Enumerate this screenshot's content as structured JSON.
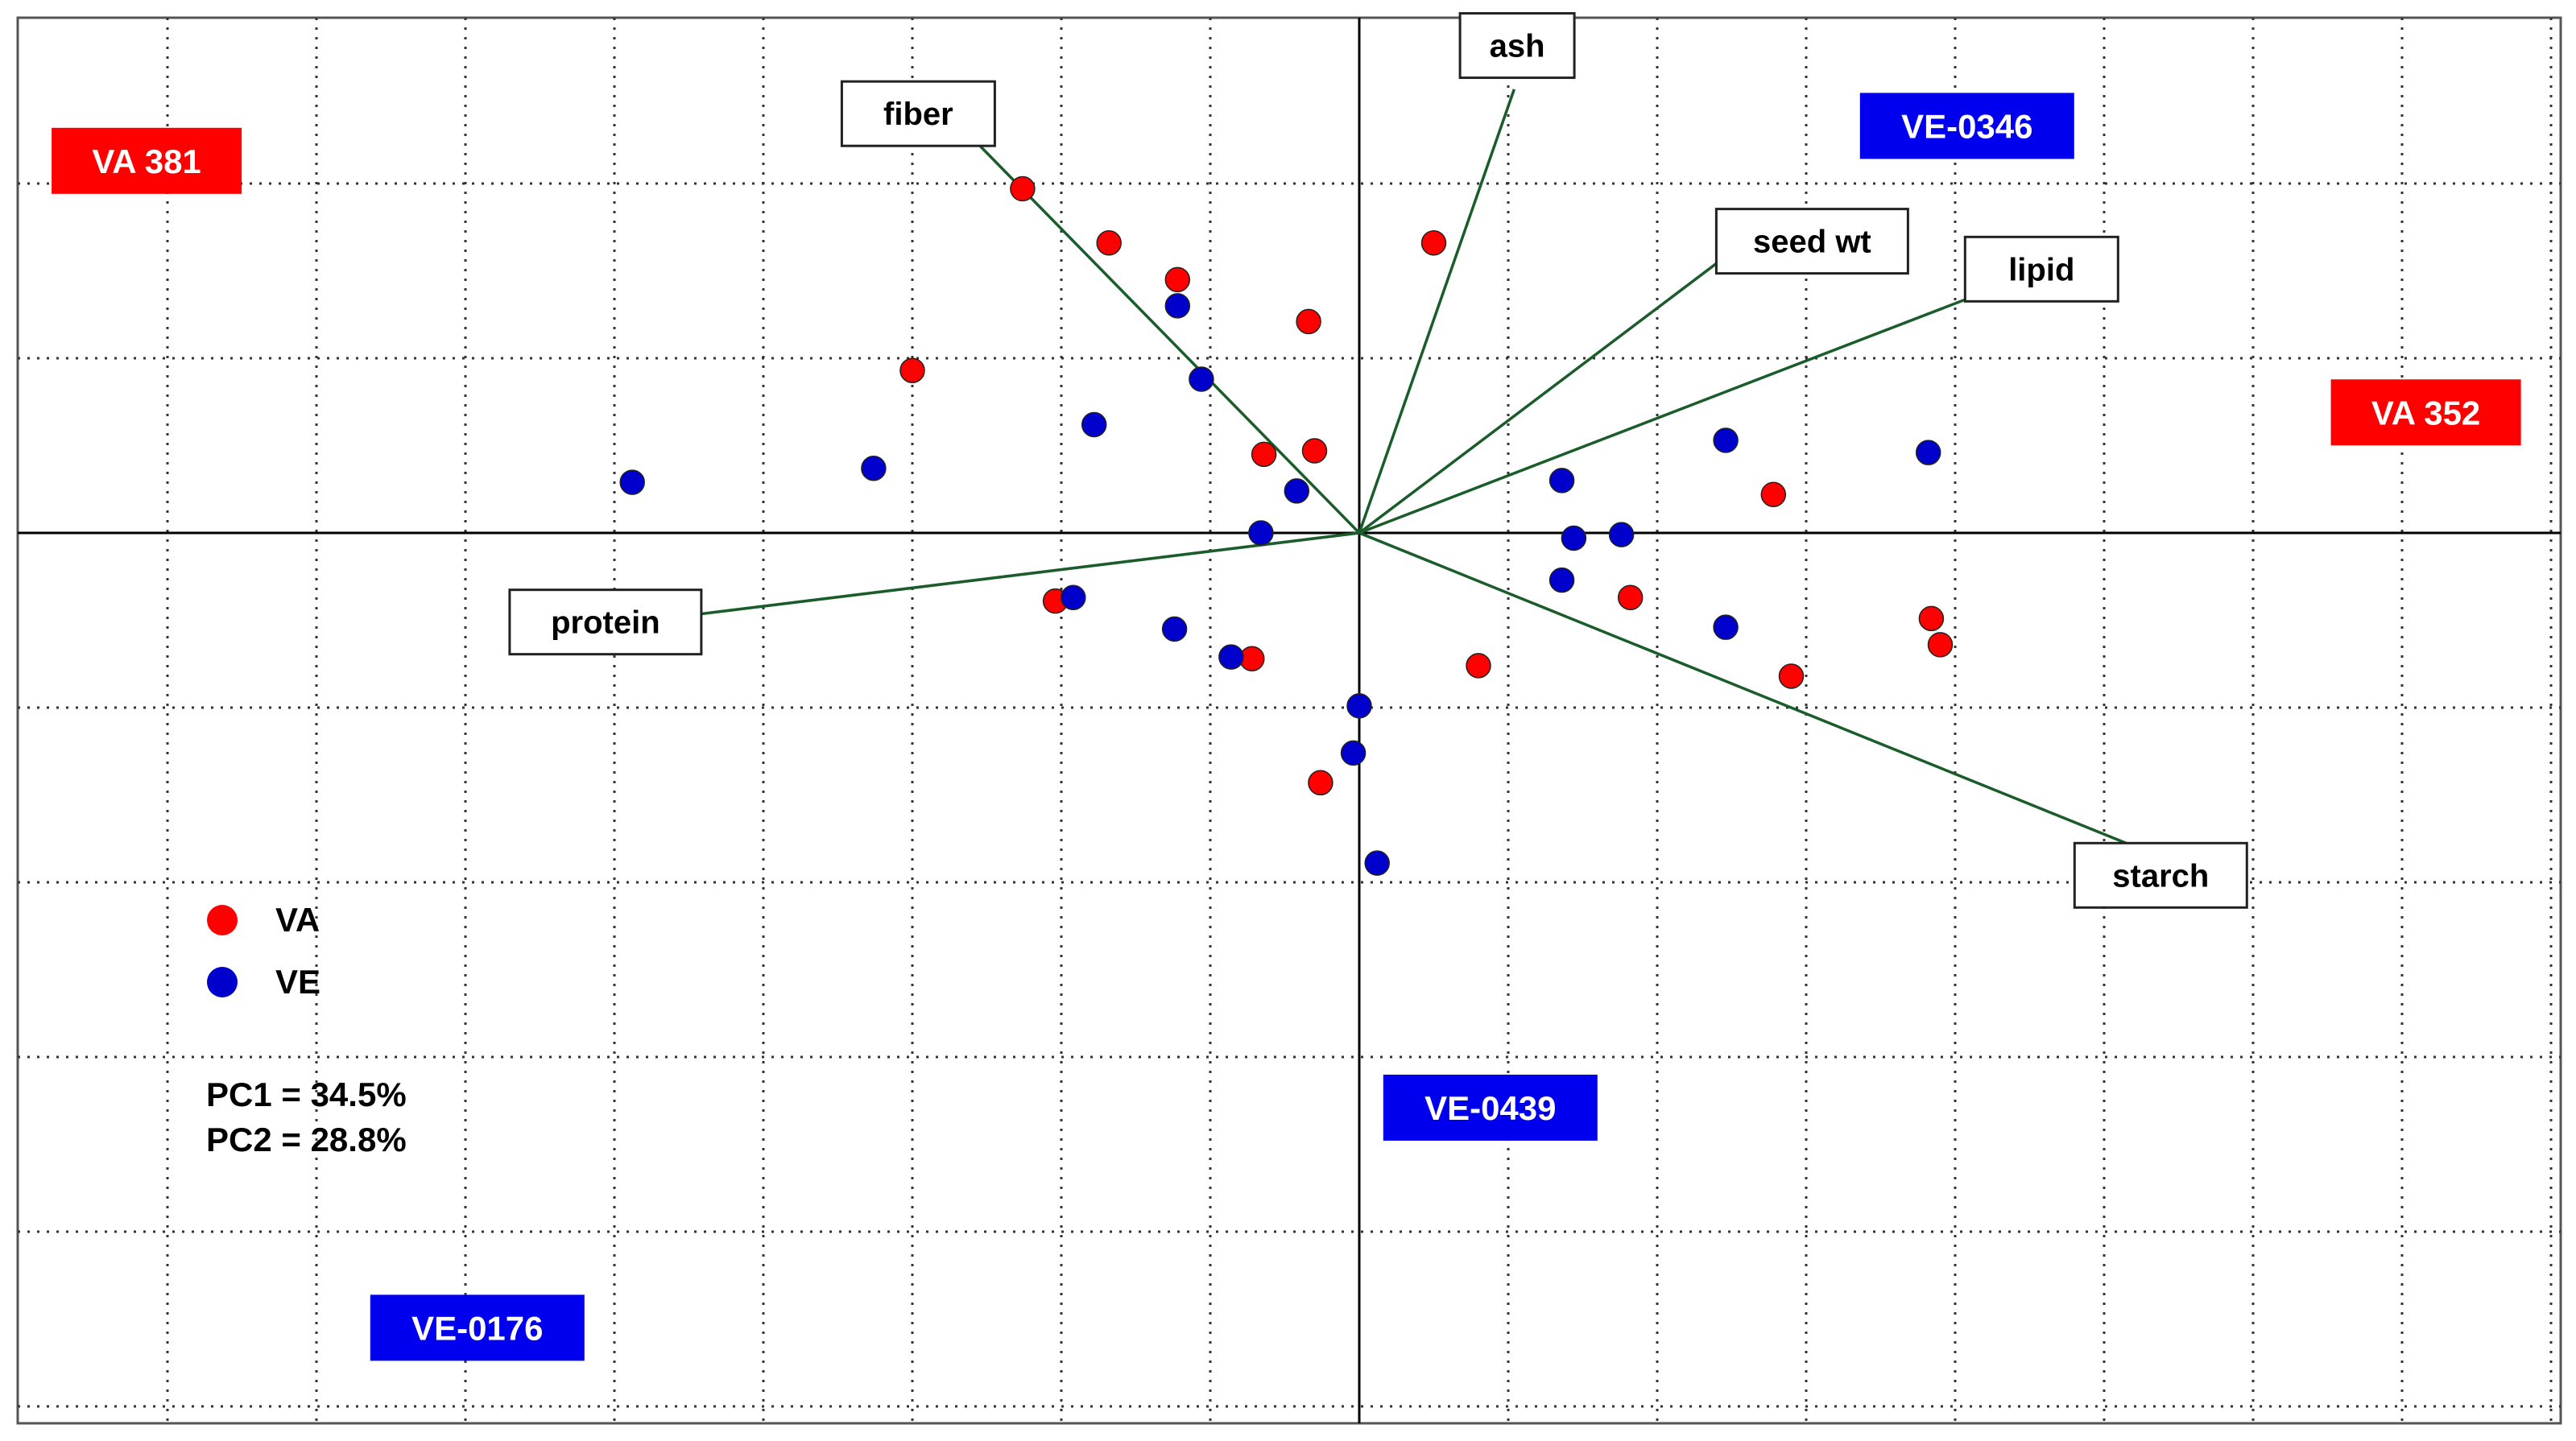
{
  "chart_data": {
    "type": "scatter",
    "title": "",
    "xlabel": "",
    "ylabel": "",
    "xlim": [
      -4.5,
      4.0
    ],
    "ylim": [
      -5.0,
      3.0
    ],
    "grid": true,
    "legend_position": "bottom-left",
    "series": [
      {
        "name": "VA",
        "color": "#ff0000",
        "points": [
          {
            "x": -1.13,
            "y": 1.97
          },
          {
            "x": -0.84,
            "y": 1.66
          },
          {
            "x": -0.61,
            "y": 1.45
          },
          {
            "x": -0.17,
            "y": 1.21
          },
          {
            "x": 0.25,
            "y": 1.66
          },
          {
            "x": -1.5,
            "y": 0.93
          },
          {
            "x": -0.32,
            "y": 0.45
          },
          {
            "x": -0.15,
            "y": 0.47
          },
          {
            "x": 1.39,
            "y": 0.22
          },
          {
            "x": -1.02,
            "y": -0.39
          },
          {
            "x": -0.36,
            "y": -0.72
          },
          {
            "x": 0.4,
            "y": -0.76
          },
          {
            "x": 0.91,
            "y": -0.37
          },
          {
            "x": 1.45,
            "y": -0.82
          },
          {
            "x": 1.92,
            "y": -0.49
          },
          {
            "x": 1.95,
            "y": -0.64
          },
          {
            "x": -0.13,
            "y": -1.43
          }
        ]
      },
      {
        "name": "VE",
        "color": "#0000cc",
        "points": [
          {
            "x": -0.61,
            "y": 1.3
          },
          {
            "x": -0.53,
            "y": 0.88
          },
          {
            "x": -0.89,
            "y": 0.62
          },
          {
            "x": -1.63,
            "y": 0.37
          },
          {
            "x": -2.44,
            "y": 0.29
          },
          {
            "x": -0.21,
            "y": 0.24
          },
          {
            "x": -0.33,
            "y": 0.0
          },
          {
            "x": 0.68,
            "y": 0.3
          },
          {
            "x": 1.23,
            "y": 0.53
          },
          {
            "x": 1.91,
            "y": 0.46
          },
          {
            "x": 0.72,
            "y": -0.03
          },
          {
            "x": 0.88,
            "y": -0.01
          },
          {
            "x": 0.68,
            "y": -0.27
          },
          {
            "x": -0.96,
            "y": -0.37
          },
          {
            "x": -0.62,
            "y": -0.55
          },
          {
            "x": -0.43,
            "y": -0.71
          },
          {
            "x": 1.23,
            "y": -0.54
          },
          {
            "x": 0.0,
            "y": -0.99
          },
          {
            "x": -0.02,
            "y": -1.26
          },
          {
            "x": 0.06,
            "y": -1.89
          }
        ]
      }
    ],
    "loadings": [
      {
        "name": "fiber",
        "x": -1.31,
        "y": 2.28,
        "label_x": -1.48,
        "label_y": 2.4
      },
      {
        "name": "ash",
        "x": 0.52,
        "y": 2.54,
        "label_x": 0.53,
        "label_y": 2.79
      },
      {
        "name": "seed wt",
        "x": 1.22,
        "y": 1.57,
        "label_x": 1.52,
        "label_y": 1.67
      },
      {
        "name": "lipid",
        "x": 2.04,
        "y": 1.34,
        "label_x": 2.29,
        "label_y": 1.51
      },
      {
        "name": "protein",
        "x": -2.24,
        "y": -0.47,
        "label_x": -2.53,
        "label_y": -0.51
      },
      {
        "name": "starch",
        "x": 2.58,
        "y": -1.78,
        "label_x": 2.69,
        "label_y": -1.96
      }
    ],
    "callouts": [
      {
        "text": "VA 381",
        "color": "#ff0000",
        "x": -4.07,
        "y": 2.13
      },
      {
        "text": "VE-0346",
        "color": "#0000ee",
        "x": 2.04,
        "y": 2.33
      },
      {
        "text": "VA 352",
        "color": "#ff0000",
        "x": 3.58,
        "y": 0.69
      },
      {
        "text": "VE-0439",
        "color": "#0000ee",
        "x": 0.44,
        "y": -3.29
      },
      {
        "text": "VE-0176",
        "color": "#0000ee",
        "x": -2.96,
        "y": -4.55
      }
    ],
    "variance_text": [
      "PC1 = 34.5%",
      "PC2 = 28.8%"
    ]
  }
}
